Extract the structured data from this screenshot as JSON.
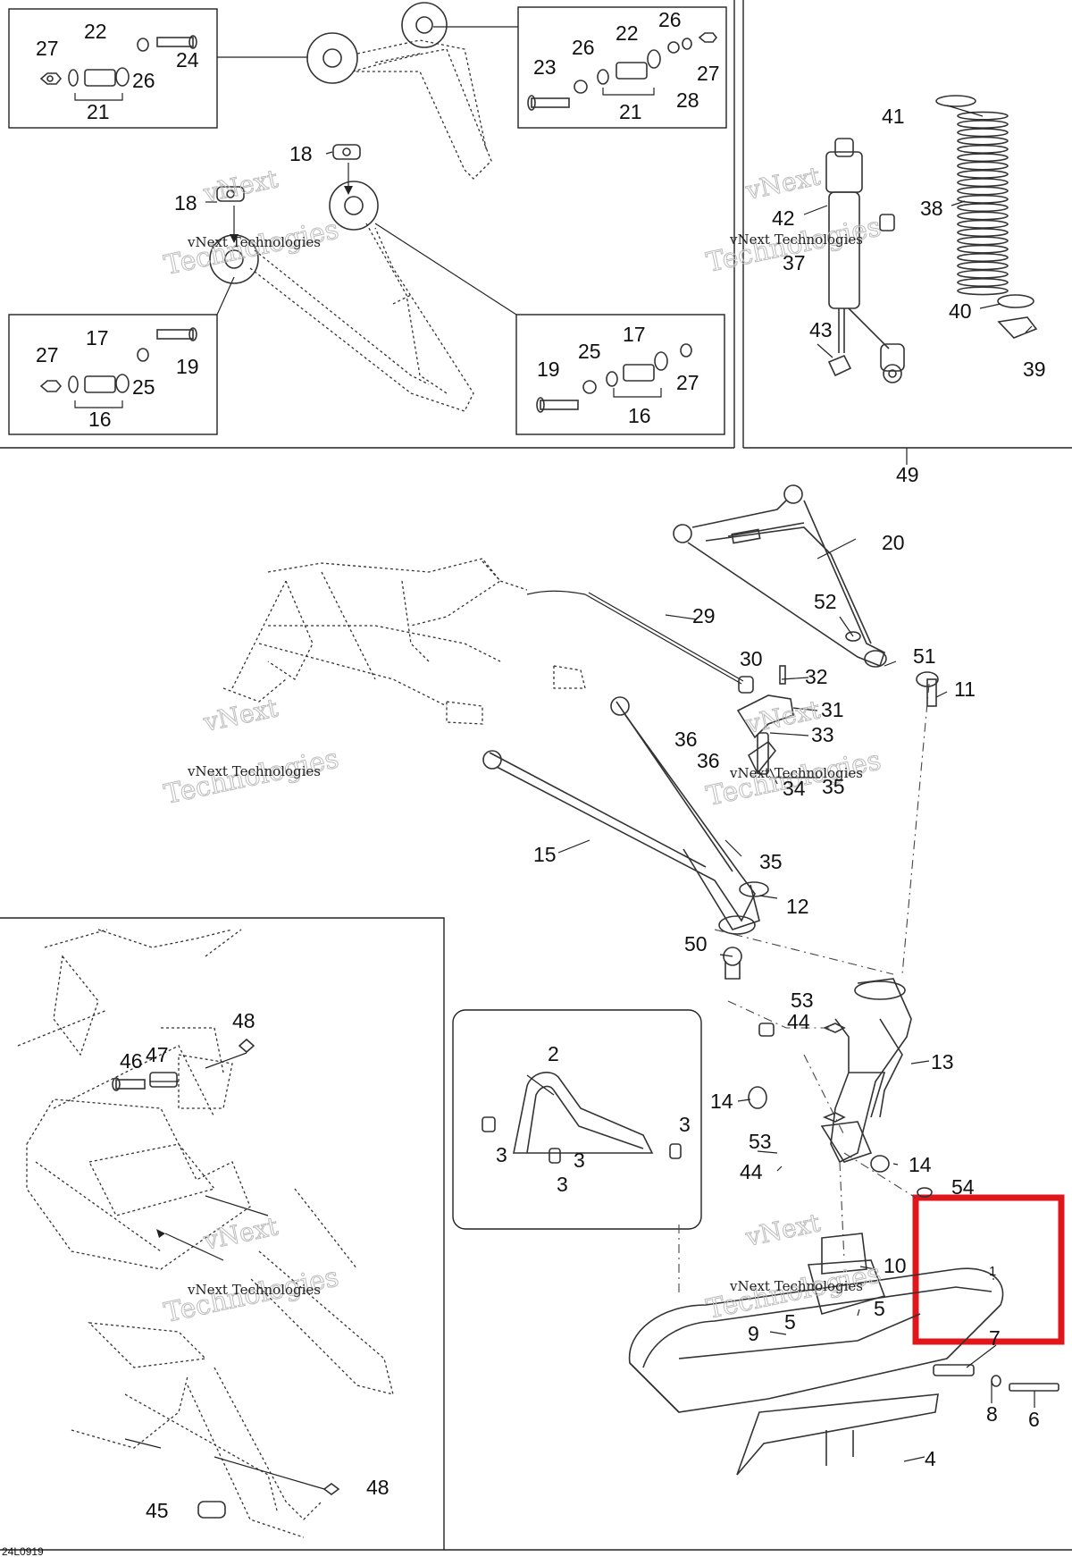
{
  "drawing_code": "24L0919",
  "watermark": {
    "line1": "vNext",
    "line2": "Technologies",
    "line3": "vNext Technologies"
  },
  "highlight_color": "#e0161b",
  "callouts": {
    "c1": "1",
    "c2": "2",
    "c3a": "3",
    "c3b": "3",
    "c3c": "3",
    "c3d": "3",
    "c4": "4",
    "c5a": "5",
    "c5b": "5",
    "c6": "6",
    "c7": "7",
    "c8": "8",
    "c9": "9",
    "c10": "10",
    "c11": "11",
    "c12": "12",
    "c13": "13",
    "c14a": "14",
    "c14b": "14",
    "c15": "15",
    "c16a": "16",
    "c16b": "16",
    "c17a": "17",
    "c17b": "17",
    "c18a": "18",
    "c18b": "18",
    "c19a": "19",
    "c19b": "19",
    "c20": "20",
    "c21a": "21",
    "c21b": "21",
    "c22a": "22",
    "c22b": "22",
    "c23": "23",
    "c24": "24",
    "c25a": "25",
    "c25b": "25",
    "c26a": "26",
    "c26b": "26",
    "c26c": "26",
    "c27a": "27",
    "c27b": "27",
    "c27c": "27",
    "c27d": "27",
    "c28": "28",
    "c29": "29",
    "c30": "30",
    "c31": "31",
    "c32": "32",
    "c33": "33",
    "c34": "34",
    "c35a": "35",
    "c35b": "35",
    "c36a": "36",
    "c36b": "36",
    "c37": "37",
    "c38": "38",
    "c39": "39",
    "c40": "40",
    "c41": "41",
    "c42": "42",
    "c43": "43",
    "c44a": "44",
    "c44b": "44",
    "c45": "45",
    "c46": "46",
    "c47": "47",
    "c48a": "48",
    "c48b": "48",
    "c49": "49",
    "c50": "50",
    "c51": "51",
    "c52": "52",
    "c53a": "53",
    "c53b": "53",
    "c54": "54"
  }
}
